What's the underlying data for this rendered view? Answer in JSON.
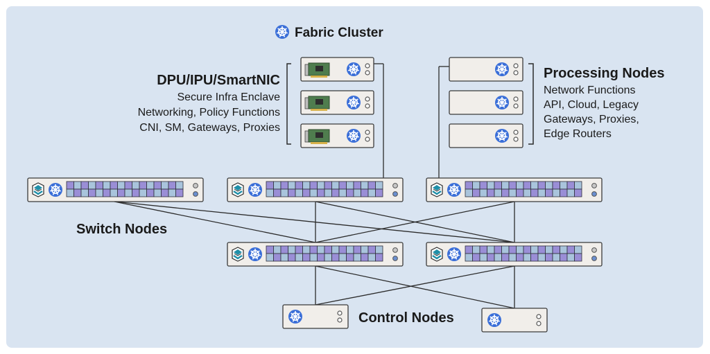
{
  "title": "Fabric Cluster",
  "dpu": {
    "heading": "DPU/IPU/SmartNIC",
    "lines": [
      "Secure Infra Enclave",
      "Networking, Policy Functions",
      "CNI, SM, Gateways, Proxies"
    ]
  },
  "processing": {
    "heading": "Processing Nodes",
    "lines": [
      "Network Functions",
      "API, Cloud, Legacy",
      "Gateways, Proxies,",
      "Edge Routers"
    ]
  },
  "switch_label": "Switch Nodes",
  "control_label": "Control Nodes",
  "colors": {
    "background": "#d9e4f1",
    "panel": "#f1eeea",
    "port_purple": "#9a8ed6",
    "port_blue": "#a9c4dc",
    "k8s_blue": "#3b6fd8",
    "logo_teal": "#1f8fa8",
    "pcb_green": "#4f7d4e"
  },
  "icons": [
    "kubernetes-icon",
    "fabric-logo-icon",
    "nic-card-icon",
    "status-led-icon"
  ]
}
